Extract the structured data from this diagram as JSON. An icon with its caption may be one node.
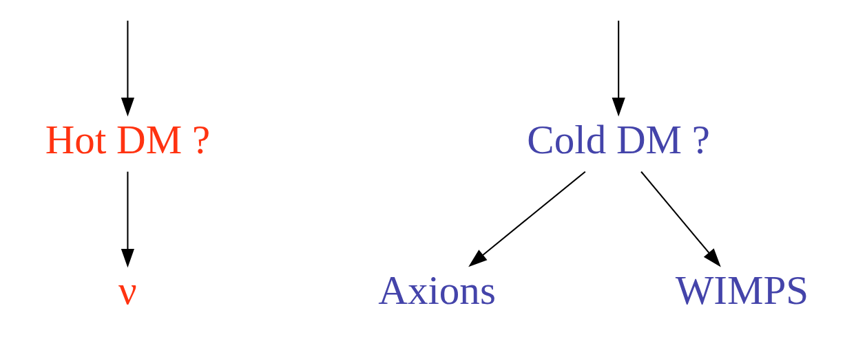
{
  "diagram": {
    "nodes": [
      {
        "text": [
          "Hot DM ?"
        ]
      },
      {
        "text": [
          "Cold DM ?"
        ]
      },
      {
        "text": [
          "ν"
        ]
      },
      {
        "text": [
          "Axions"
        ]
      },
      {
        "text": [
          "WIMPS"
        ]
      }
    ],
    "edges": [
      {
        "from": null,
        "to": 0,
        "arrow": "to"
      },
      {
        "from": null,
        "to": 1,
        "arrow": "to"
      },
      {
        "from": 0,
        "to": 2,
        "arrow": "to"
      },
      {
        "from": 1,
        "to": 3,
        "arrow": "to"
      },
      {
        "from": 1,
        "to": 4,
        "arrow": "to"
      }
    ]
  }
}
